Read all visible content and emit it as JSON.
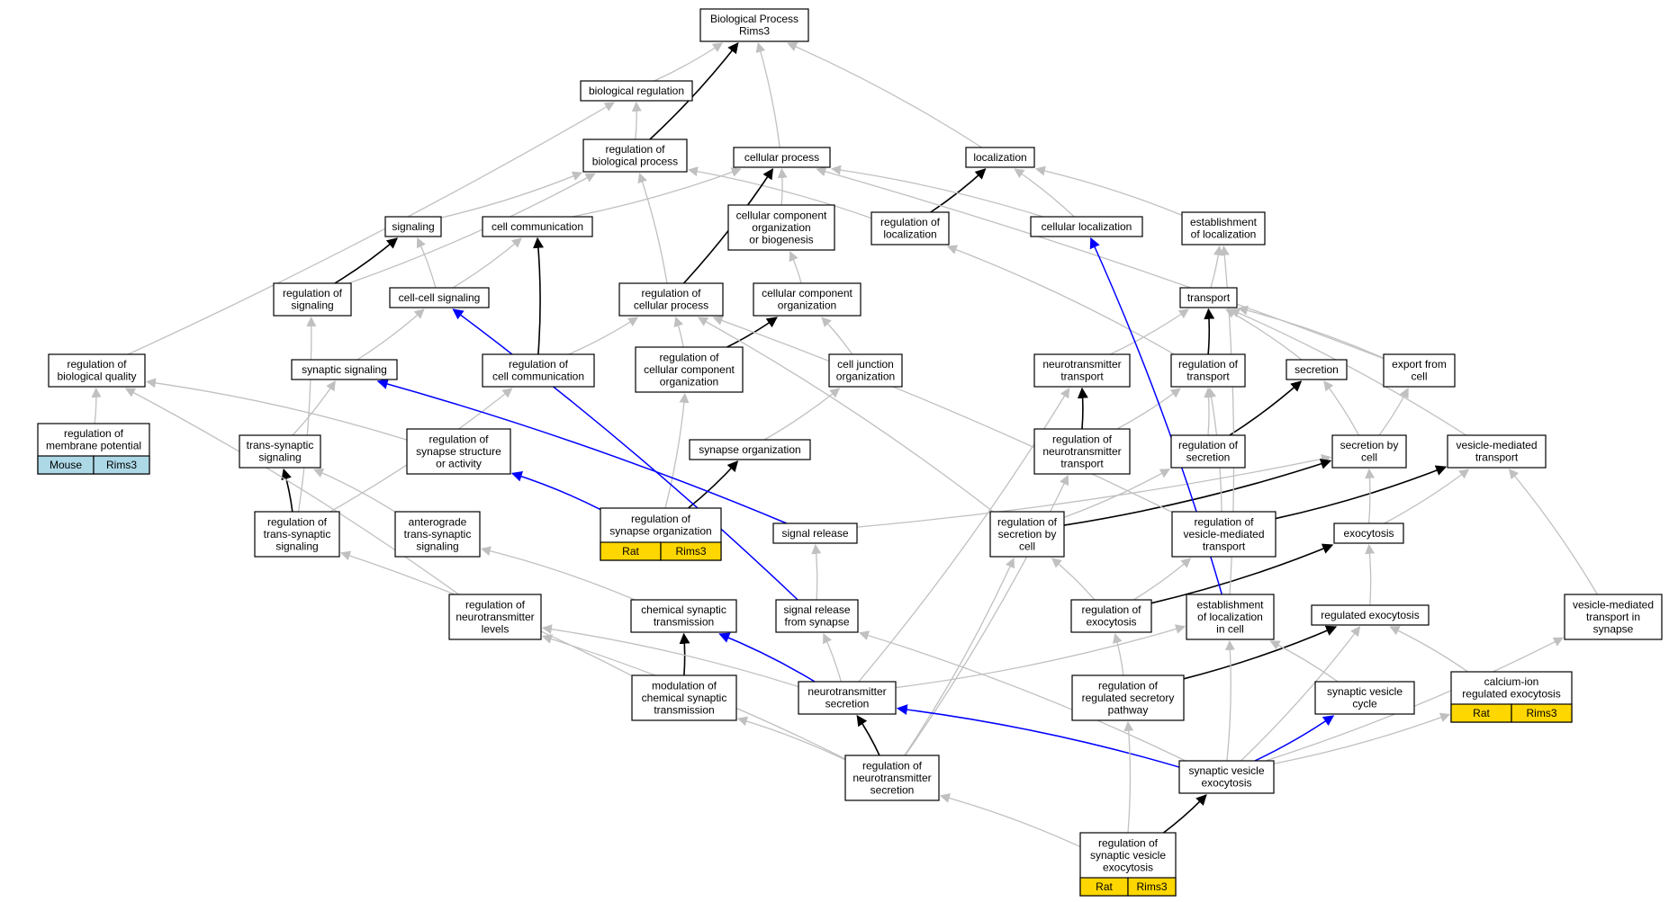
{
  "colors": {
    "gray_edge": "#c0c0c0",
    "black_edge": "#000000",
    "blue_edge": "#0000ff",
    "rat_tag": "#ffd700",
    "mouse_tag": "#add8e6"
  },
  "nodes": [
    {
      "id": "bp",
      "lines": [
        "Biological Process",
        "Rims3"
      ]
    },
    {
      "id": "biological_regulation",
      "lines": [
        "biological regulation"
      ]
    },
    {
      "id": "reg_biological_process",
      "lines": [
        "regulation of",
        "biological process"
      ]
    },
    {
      "id": "cellular_process",
      "lines": [
        "cellular process"
      ]
    },
    {
      "id": "localization",
      "lines": [
        "localization"
      ]
    },
    {
      "id": "signaling",
      "lines": [
        "signaling"
      ]
    },
    {
      "id": "cell_communication",
      "lines": [
        "cell communication"
      ]
    },
    {
      "id": "cc_org_biogenesis",
      "lines": [
        "cellular component",
        "organization",
        "or biogenesis"
      ]
    },
    {
      "id": "reg_localization",
      "lines": [
        "regulation of",
        "localization"
      ]
    },
    {
      "id": "cellular_localization",
      "lines": [
        "cellular localization"
      ]
    },
    {
      "id": "est_localization",
      "lines": [
        "establishment",
        "of localization"
      ]
    },
    {
      "id": "reg_signaling",
      "lines": [
        "regulation of",
        "signaling"
      ]
    },
    {
      "id": "cell_cell_signaling",
      "lines": [
        "cell-cell signaling"
      ]
    },
    {
      "id": "reg_cellular_process",
      "lines": [
        "regulation of",
        "cellular process"
      ]
    },
    {
      "id": "cc_organization",
      "lines": [
        "cellular component",
        "organization"
      ]
    },
    {
      "id": "transport",
      "lines": [
        "transport"
      ]
    },
    {
      "id": "reg_biological_quality",
      "lines": [
        "regulation of",
        "biological quality"
      ]
    },
    {
      "id": "synaptic_signaling",
      "lines": [
        "synaptic signaling"
      ]
    },
    {
      "id": "reg_cell_communication",
      "lines": [
        "regulation of",
        "cell communication"
      ]
    },
    {
      "id": "reg_cc_organization",
      "lines": [
        "regulation of",
        "cellular component",
        "organization"
      ]
    },
    {
      "id": "cell_junction_org",
      "lines": [
        "cell junction",
        "organization"
      ]
    },
    {
      "id": "nt_transport",
      "lines": [
        "neurotransmitter",
        "transport"
      ]
    },
    {
      "id": "reg_transport",
      "lines": [
        "regulation of",
        "transport"
      ]
    },
    {
      "id": "secretion",
      "lines": [
        "secretion"
      ]
    },
    {
      "id": "export_from_cell",
      "lines": [
        "export from",
        "cell"
      ]
    },
    {
      "id": "reg_membrane_potential",
      "lines": [
        "regulation of",
        "membrane potential"
      ],
      "tags": [
        "Mouse",
        "Rims3"
      ],
      "tag_color": "mouse"
    },
    {
      "id": "trans_synaptic_signaling",
      "lines": [
        "trans-synaptic",
        "signaling"
      ]
    },
    {
      "id": "reg_synapse_structure",
      "lines": [
        "regulation of",
        "synapse structure",
        "or activity"
      ]
    },
    {
      "id": "synapse_organization",
      "lines": [
        "synapse organization"
      ]
    },
    {
      "id": "reg_nt_transport",
      "lines": [
        "regulation of",
        "neurotransmitter",
        "transport"
      ]
    },
    {
      "id": "reg_secretion",
      "lines": [
        "regulation of",
        "secretion"
      ]
    },
    {
      "id": "secretion_by_cell",
      "lines": [
        "secretion by",
        "cell"
      ]
    },
    {
      "id": "vesicle_mediated_transport",
      "lines": [
        "vesicle-mediated",
        "transport"
      ]
    },
    {
      "id": "reg_trans_synaptic",
      "lines": [
        "regulation of",
        "trans-synaptic",
        "signaling"
      ]
    },
    {
      "id": "anterograde",
      "lines": [
        "anterograde",
        "trans-synaptic",
        "signaling"
      ]
    },
    {
      "id": "reg_synapse_org",
      "lines": [
        "regulation of",
        "synapse organization"
      ],
      "tags": [
        "Rat",
        "Rims3"
      ],
      "tag_color": "rat"
    },
    {
      "id": "signal_release",
      "lines": [
        "signal release"
      ]
    },
    {
      "id": "reg_secretion_by_cell",
      "lines": [
        "regulation of",
        "secretion by",
        "cell"
      ]
    },
    {
      "id": "reg_vesicle_mediated",
      "lines": [
        "regulation of",
        "vesicle-mediated",
        "transport"
      ]
    },
    {
      "id": "exocytosis",
      "lines": [
        "exocytosis"
      ]
    },
    {
      "id": "reg_nt_levels",
      "lines": [
        "regulation of",
        "neurotransmitter",
        "levels"
      ]
    },
    {
      "id": "chemical_synaptic",
      "lines": [
        "chemical synaptic",
        "transmission"
      ]
    },
    {
      "id": "signal_release_synapse",
      "lines": [
        "signal release",
        "from synapse"
      ]
    },
    {
      "id": "reg_exocytosis",
      "lines": [
        "regulation of",
        "exocytosis"
      ]
    },
    {
      "id": "est_loc_in_cell",
      "lines": [
        "establishment",
        "of localization",
        "in cell"
      ]
    },
    {
      "id": "regulated_exocytosis",
      "lines": [
        "regulated exocytosis"
      ]
    },
    {
      "id": "vesicle_transport_synapse",
      "lines": [
        "vesicle-mediated",
        "transport in",
        "synapse"
      ]
    },
    {
      "id": "modulation_chemical",
      "lines": [
        "modulation of",
        "chemical synaptic",
        "transmission"
      ]
    },
    {
      "id": "nt_secretion",
      "lines": [
        "neurotransmitter",
        "secretion"
      ]
    },
    {
      "id": "reg_regulated_secretory",
      "lines": [
        "regulation of",
        "regulated secretory",
        "pathway"
      ]
    },
    {
      "id": "synaptic_vesicle_cycle",
      "lines": [
        "synaptic vesicle",
        "cycle"
      ]
    },
    {
      "id": "calcium_ion_exocytosis",
      "lines": [
        "calcium-ion",
        "regulated exocytosis"
      ],
      "tags": [
        "Rat",
        "Rims3"
      ],
      "tag_color": "rat"
    },
    {
      "id": "reg_nt_secretion",
      "lines": [
        "regulation of",
        "neurotransmitter",
        "secretion"
      ]
    },
    {
      "id": "synaptic_vesicle_exocytosis",
      "lines": [
        "synaptic vesicle",
        "exocytosis"
      ]
    },
    {
      "id": "reg_sv_exocytosis",
      "lines": [
        "regulation of",
        "synaptic vesicle",
        "exocytosis"
      ],
      "tags": [
        "Rat",
        "Rims3"
      ],
      "tag_color": "rat"
    }
  ],
  "edges": [
    {
      "from": "biological_regulation",
      "to": "bp",
      "color": "gray"
    },
    {
      "from": "reg_biological_process",
      "to": "biological_regulation",
      "color": "gray"
    },
    {
      "from": "reg_biological_process",
      "to": "bp",
      "color": "black"
    },
    {
      "from": "cellular_process",
      "to": "bp",
      "color": "gray"
    },
    {
      "from": "localization",
      "to": "bp",
      "color": "gray"
    },
    {
      "from": "signaling",
      "to": "reg_biological_process",
      "color": "gray"
    },
    {
      "from": "cell_communication",
      "to": "cellular_process",
      "color": "gray"
    },
    {
      "from": "cc_org_biogenesis",
      "to": "cellular_process",
      "color": "gray"
    },
    {
      "from": "reg_localization",
      "to": "reg_biological_process",
      "color": "gray"
    },
    {
      "from": "reg_localization",
      "to": "localization",
      "color": "black"
    },
    {
      "from": "cellular_localization",
      "to": "localization",
      "color": "gray"
    },
    {
      "from": "cellular_localization",
      "to": "cellular_process",
      "color": "gray"
    },
    {
      "from": "est_localization",
      "to": "localization",
      "color": "gray"
    },
    {
      "from": "reg_signaling",
      "to": "signaling",
      "color": "black"
    },
    {
      "from": "reg_signaling",
      "to": "reg_biological_process",
      "color": "gray"
    },
    {
      "from": "cell_cell_signaling",
      "to": "signaling",
      "color": "gray"
    },
    {
      "from": "cell_cell_signaling",
      "to": "cell_communication",
      "color": "gray"
    },
    {
      "from": "reg_cellular_process",
      "to": "reg_biological_process",
      "color": "gray"
    },
    {
      "from": "reg_cellular_process",
      "to": "cellular_process",
      "color": "black"
    },
    {
      "from": "cc_organization",
      "to": "cc_org_biogenesis",
      "color": "gray"
    },
    {
      "from": "transport",
      "to": "est_localization",
      "color": "gray"
    },
    {
      "from": "reg_biological_quality",
      "to": "biological_regulation",
      "color": "gray"
    },
    {
      "from": "synaptic_signaling",
      "to": "cell_cell_signaling",
      "color": "gray"
    },
    {
      "from": "reg_cell_communication",
      "to": "cell_communication",
      "color": "black"
    },
    {
      "from": "reg_cell_communication",
      "to": "reg_cellular_process",
      "color": "gray"
    },
    {
      "from": "reg_cc_organization",
      "to": "cc_organization",
      "color": "black"
    },
    {
      "from": "reg_cc_organization",
      "to": "reg_cellular_process",
      "color": "gray"
    },
    {
      "from": "cell_junction_org",
      "to": "cc_organization",
      "color": "gray"
    },
    {
      "from": "nt_transport",
      "to": "transport",
      "color": "gray"
    },
    {
      "from": "reg_transport",
      "to": "transport",
      "color": "black"
    },
    {
      "from": "reg_transport",
      "to": "reg_localization",
      "color": "gray"
    },
    {
      "from": "secretion",
      "to": "transport",
      "color": "gray"
    },
    {
      "from": "export_from_cell",
      "to": "transport",
      "color": "gray"
    },
    {
      "from": "export_from_cell",
      "to": "cellular_process",
      "color": "gray"
    },
    {
      "from": "reg_membrane_potential",
      "to": "reg_biological_quality",
      "color": "gray"
    },
    {
      "from": "trans_synaptic_signaling",
      "to": "synaptic_signaling",
      "color": "gray"
    },
    {
      "from": "reg_synapse_structure",
      "to": "reg_biological_quality",
      "color": "gray"
    },
    {
      "from": "synapse_organization",
      "to": "cell_junction_org",
      "color": "gray"
    },
    {
      "from": "reg_nt_transport",
      "to": "nt_transport",
      "color": "black"
    },
    {
      "from": "reg_nt_transport",
      "to": "reg_transport",
      "color": "gray"
    },
    {
      "from": "reg_secretion",
      "to": "secretion",
      "color": "black"
    },
    {
      "from": "reg_secretion",
      "to": "reg_transport",
      "color": "gray"
    },
    {
      "from": "secretion_by_cell",
      "to": "secretion",
      "color": "gray"
    },
    {
      "from": "secretion_by_cell",
      "to": "export_from_cell",
      "color": "gray"
    },
    {
      "from": "vesicle_mediated_transport",
      "to": "transport",
      "color": "gray"
    },
    {
      "from": "reg_trans_synaptic",
      "to": "trans_synaptic_signaling",
      "color": "black"
    },
    {
      "from": "reg_trans_synaptic",
      "to": "reg_signaling",
      "color": "gray"
    },
    {
      "from": "reg_trans_synaptic",
      "to": "reg_cell_communication",
      "color": "gray"
    },
    {
      "from": "anterograde",
      "to": "trans_synaptic_signaling",
      "color": "gray"
    },
    {
      "from": "reg_synapse_org",
      "to": "synapse_organization",
      "color": "black"
    },
    {
      "from": "reg_synapse_org",
      "to": "reg_synapse_structure",
      "color": "blue"
    },
    {
      "from": "reg_synapse_org",
      "to": "reg_cc_organization",
      "color": "gray"
    },
    {
      "from": "signal_release",
      "to": "synaptic_signaling",
      "color": "blue"
    },
    {
      "from": "signal_release",
      "to": "secretion_by_cell",
      "color": "gray"
    },
    {
      "from": "reg_secretion_by_cell",
      "to": "secretion_by_cell",
      "color": "black"
    },
    {
      "from": "reg_secretion_by_cell",
      "to": "reg_secretion",
      "color": "gray"
    },
    {
      "from": "reg_secretion_by_cell",
      "to": "reg_cellular_process",
      "color": "gray"
    },
    {
      "from": "reg_vesicle_mediated",
      "to": "vesicle_mediated_transport",
      "color": "black"
    },
    {
      "from": "reg_vesicle_mediated",
      "to": "reg_transport",
      "color": "gray"
    },
    {
      "from": "reg_vesicle_mediated",
      "to": "reg_cellular_process",
      "color": "gray"
    },
    {
      "from": "exocytosis",
      "to": "secretion_by_cell",
      "color": "gray"
    },
    {
      "from": "exocytosis",
      "to": "vesicle_mediated_transport",
      "color": "gray"
    },
    {
      "from": "reg_nt_levels",
      "to": "reg_biological_quality",
      "color": "gray"
    },
    {
      "from": "chemical_synaptic",
      "to": "anterograde",
      "color": "gray"
    },
    {
      "from": "signal_release_synapse",
      "to": "signal_release",
      "color": "gray"
    },
    {
      "from": "signal_release_synapse",
      "to": "cell_cell_signaling",
      "color": "blue"
    },
    {
      "from": "reg_exocytosis",
      "to": "exocytosis",
      "color": "black"
    },
    {
      "from": "reg_exocytosis",
      "to": "reg_secretion_by_cell",
      "color": "gray"
    },
    {
      "from": "reg_exocytosis",
      "to": "reg_vesicle_mediated",
      "color": "gray"
    },
    {
      "from": "est_loc_in_cell",
      "to": "cellular_localization",
      "color": "blue"
    },
    {
      "from": "est_loc_in_cell",
      "to": "est_localization",
      "color": "gray"
    },
    {
      "from": "regulated_exocytosis",
      "to": "exocytosis",
      "color": "gray"
    },
    {
      "from": "vesicle_transport_synapse",
      "to": "vesicle_mediated_transport",
      "color": "gray"
    },
    {
      "from": "modulation_chemical",
      "to": "chemical_synaptic",
      "color": "black"
    },
    {
      "from": "modulation_chemical",
      "to": "reg_trans_synaptic",
      "color": "gray"
    },
    {
      "from": "nt_secretion",
      "to": "chemical_synaptic",
      "color": "blue"
    },
    {
      "from": "nt_secretion",
      "to": "signal_release_synapse",
      "color": "gray"
    },
    {
      "from": "nt_secretion",
      "to": "reg_nt_levels",
      "color": "gray"
    },
    {
      "from": "nt_secretion",
      "to": "nt_transport",
      "color": "gray"
    },
    {
      "from": "nt_secretion",
      "to": "est_loc_in_cell",
      "color": "gray"
    },
    {
      "from": "reg_regulated_secretory",
      "to": "regulated_exocytosis",
      "color": "black"
    },
    {
      "from": "reg_regulated_secretory",
      "to": "reg_exocytosis",
      "color": "gray"
    },
    {
      "from": "synaptic_vesicle_cycle",
      "to": "est_loc_in_cell",
      "color": "gray"
    },
    {
      "from": "calcium_ion_exocytosis",
      "to": "regulated_exocytosis",
      "color": "gray"
    },
    {
      "from": "reg_nt_secretion",
      "to": "nt_secretion",
      "color": "black"
    },
    {
      "from": "reg_nt_secretion",
      "to": "modulation_chemical",
      "color": "gray"
    },
    {
      "from": "reg_nt_secretion",
      "to": "reg_nt_transport",
      "color": "gray"
    },
    {
      "from": "reg_nt_secretion",
      "to": "reg_secretion_by_cell",
      "color": "gray"
    },
    {
      "from": "reg_nt_secretion",
      "to": "reg_nt_levels",
      "color": "gray"
    },
    {
      "from": "synaptic_vesicle_exocytosis",
      "to": "nt_secretion",
      "color": "blue"
    },
    {
      "from": "synaptic_vesicle_exocytosis",
      "to": "synaptic_vesicle_cycle",
      "color": "blue"
    },
    {
      "from": "synaptic_vesicle_exocytosis",
      "to": "regulated_exocytosis",
      "color": "gray"
    },
    {
      "from": "synaptic_vesicle_exocytosis",
      "to": "vesicle_transport_synapse",
      "color": "gray"
    },
    {
      "from": "synaptic_vesicle_exocytosis",
      "to": "signal_release_synapse",
      "color": "gray"
    },
    {
      "from": "synaptic_vesicle_exocytosis",
      "to": "est_loc_in_cell",
      "color": "gray"
    },
    {
      "from": "synaptic_vesicle_exocytosis",
      "to": "calcium_ion_exocytosis",
      "color": "gray"
    },
    {
      "from": "reg_sv_exocytosis",
      "to": "synaptic_vesicle_exocytosis",
      "color": "black"
    },
    {
      "from": "reg_sv_exocytosis",
      "to": "reg_nt_secretion",
      "color": "gray"
    },
    {
      "from": "reg_sv_exocytosis",
      "to": "reg_regulated_secretory",
      "color": "gray"
    }
  ]
}
